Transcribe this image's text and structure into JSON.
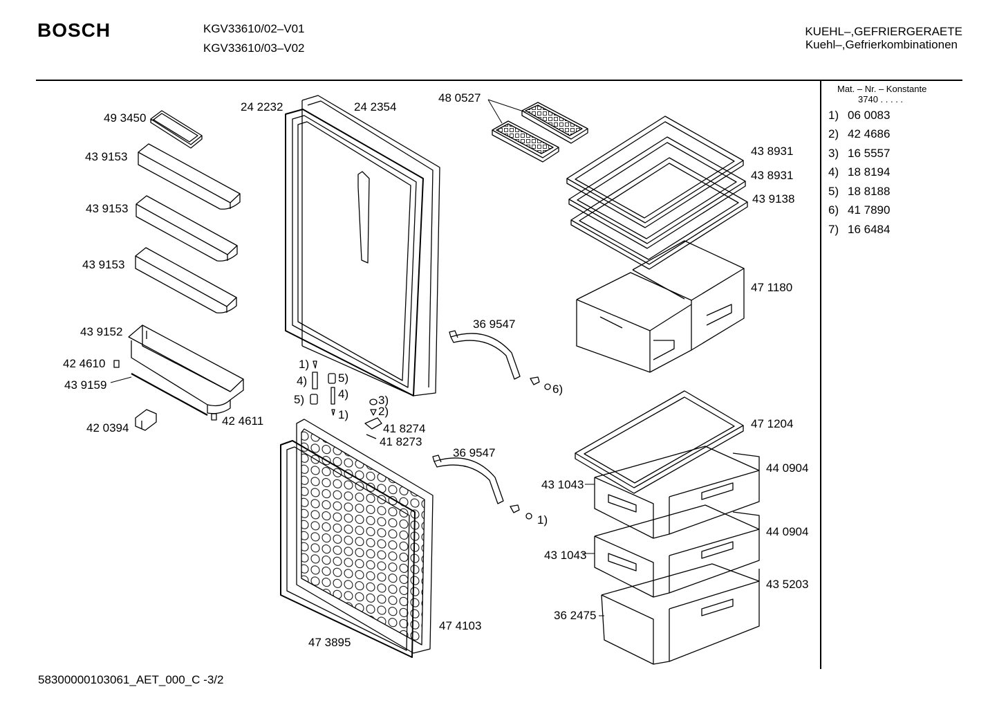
{
  "header": {
    "brand": "BOSCH",
    "models": [
      "KGV33610/02–V01",
      "KGV33610/03–V02"
    ],
    "category_line1": "KUEHL–,GEFRIERGERAETE",
    "category_line2": "Kuehl–,Gefrierkombinationen"
  },
  "legend": {
    "title": "Mat. – Nr. – Konstante",
    "constant": "3740 .  .  .  .  .",
    "items": [
      {
        "key": "1)",
        "value": "06 0083"
      },
      {
        "key": "2)",
        "value": "42 4686"
      },
      {
        "key": "3)",
        "value": "16 5557"
      },
      {
        "key": "4)",
        "value": "18 8194"
      },
      {
        "key": "5)",
        "value": "18 8188"
      },
      {
        "key": "6)",
        "value": "41 7890"
      },
      {
        "key": "7)",
        "value": "16 6484"
      }
    ]
  },
  "labels": {
    "l_493450": "49 3450",
    "l_439153a": "43 9153",
    "l_439153b": "43 9153",
    "l_439153c": "43 9153",
    "l_439152": "43 9152",
    "l_424610": "42 4610",
    "l_439159": "43 9159",
    "l_420394": "42 0394",
    "l_424611": "42 4611",
    "l_242232": "24 2232",
    "l_242354": "24 2354",
    "l_480527": "48 0527",
    "l_438931a": "43 8931",
    "l_438931b": "43 8931",
    "l_439138": "43 9138",
    "l_471180": "47 1180",
    "l_369547a": "36 9547",
    "l_369547b": "36 9547",
    "l_471204": "47 1204",
    "l_440904a": "44 0904",
    "l_440904b": "44 0904",
    "l_431043a": "43 1043",
    "l_431043b": "43 1043",
    "l_435203": "43 5203",
    "l_362475": "36 2475",
    "l_418274": "41 8274",
    "l_418273": "41 8273",
    "l_474103": "47 4103",
    "l_473895": "47 3895",
    "r_1a": "1)",
    "r_4a": "4)",
    "r_5a": "5)",
    "r_5b": "5)",
    "r_4b": "4)",
    "r_1b": "1)",
    "r_3": "3)",
    "r_2": "2)",
    "r_6": "6)",
    "r_1c": "1)"
  },
  "footer": "58300000103061_AET_000_C -3/2"
}
